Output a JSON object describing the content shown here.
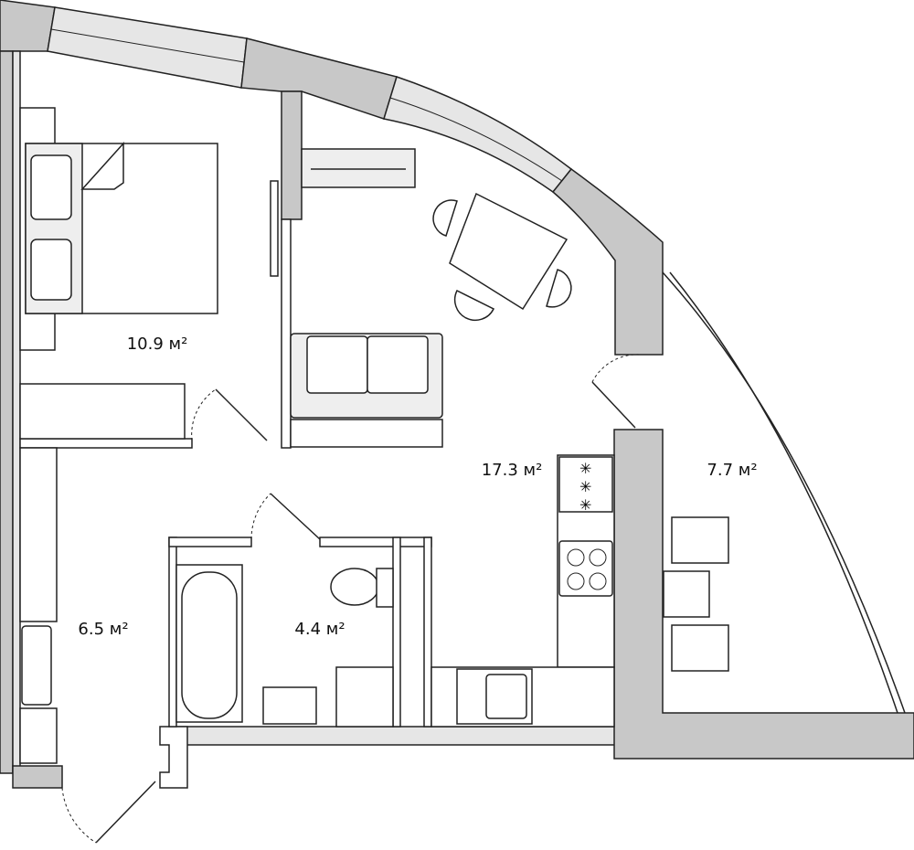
{
  "rooms": [
    {
      "id": "bedroom",
      "area": "10.9 м²"
    },
    {
      "id": "living-kitchen",
      "area": "17.3 м²"
    },
    {
      "id": "balcony",
      "area": "7.7 м²"
    },
    {
      "id": "hallway",
      "area": "6.5 м²"
    },
    {
      "id": "bathroom",
      "area": "4.4 м²"
    }
  ],
  "colors": {
    "wall": "#c8c8c8",
    "light_wall": "#e6e6e6",
    "line": "#222222"
  }
}
